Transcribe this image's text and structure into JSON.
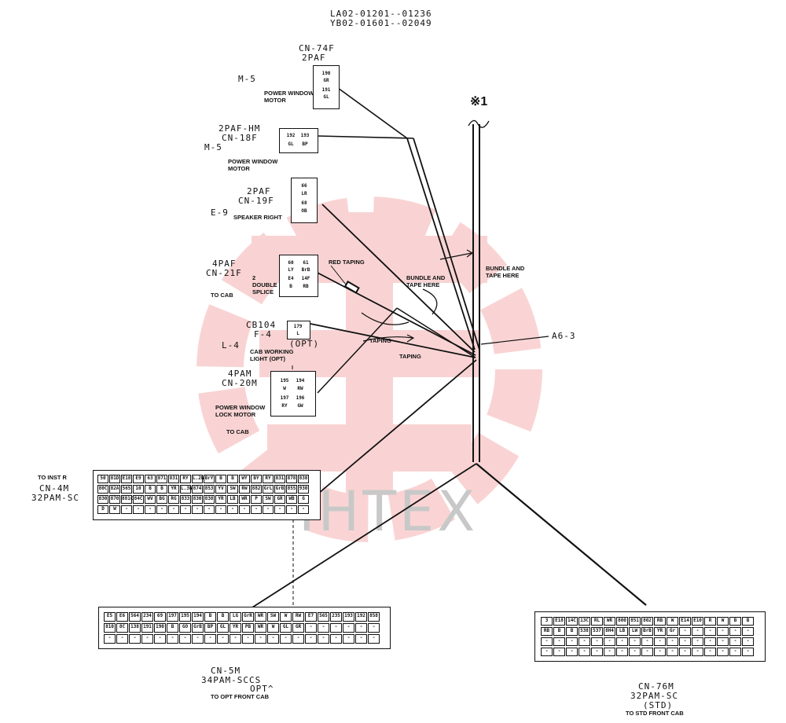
{
  "header": {
    "line1": "LA02-01201--01236",
    "line2": "YB02-01601--02049"
  },
  "mark": "※1",
  "branch": "A6-3",
  "watermark": "IHTEX",
  "notes": {
    "bundle1a": "BUNDLE AND",
    "bundle1b": "TAPE HERE",
    "bundle2a": "BUNDLE AND",
    "bundle2b": "TAPE HERE",
    "red_taping": "RED TAPING",
    "taping1": "TAPING",
    "taping2": "TAPING"
  },
  "connectors": {
    "cn74f": {
      "name": "CN-74F",
      "type": "2PAF",
      "ref": "M-5",
      "desc1": "POWER WINDOW",
      "desc2": "MOTOR",
      "pins": [
        "190",
        "GR",
        "191",
        "GL"
      ]
    },
    "cn18f": {
      "type": "2PAF-HM",
      "name": "CN-18F",
      "ref": "M-5",
      "desc1": "POWER WINDOW",
      "desc2": "MOTOR",
      "pins": [
        "192",
        "193",
        "GL",
        "BP"
      ]
    },
    "cn19f": {
      "type": "2PAF",
      "name": "CN-19F",
      "ref": "E-9",
      "desc1": "SPEAKER RIGHT",
      "pins": [
        "66",
        "LR",
        "68",
        "OB"
      ]
    },
    "cn21f": {
      "type": "4PAF",
      "name": "CN-21F",
      "extra": "TO CAB",
      "splice1": "2",
      "splice2": "DOUBLE",
      "splice3": "SPLICE",
      "pins": [
        "60",
        "61",
        "LY",
        "BrB",
        "E4",
        "14F",
        "B",
        "RB"
      ]
    },
    "cb104": {
      "name": "CB104",
      "sub": "F-4",
      "ref": "L-4",
      "opt": "(OPT)",
      "desc1": "CAB WORKING",
      "desc2": "LIGHT (OPT)",
      "pins": [
        "179",
        "L"
      ]
    },
    "cn20m": {
      "type": "4PAM",
      "name": "CN-20M",
      "desc1": "POWER WINDOW",
      "desc2": "LOCK MOTOR",
      "extra": "TO CAB",
      "pins": [
        "195",
        "194",
        "W",
        "RW",
        "197",
        "196",
        "RY",
        "GW"
      ]
    },
    "cn4m": {
      "to": "TO INST R",
      "name": "CN-4M",
      "type": "32PAM-SC",
      "pins": [
        "50",
        "81D",
        "E18",
        "E9",
        "63",
        "871",
        "831",
        "RY",
        "L.2W",
        "BrY",
        "B",
        "B",
        "WY",
        "BY",
        "RY",
        "831",
        "878",
        "838",
        "80C",
        "82A",
        "565",
        "10",
        "B",
        "B",
        "YR",
        "L.3W",
        "874",
        "853",
        "YV",
        "SW",
        "RW",
        "882",
        "GrL",
        "GrB",
        "855",
        "930",
        "830",
        "870",
        "881C",
        "84C",
        "WV",
        "BG",
        "RG",
        "833",
        "830",
        "838",
        "YR",
        "LB",
        "WR",
        "P",
        "SW",
        "GR",
        "WB",
        "G",
        "D",
        "W"
      ]
    },
    "cn5m": {
      "name": "CN-5M",
      "type": "34PAM-SCCS",
      "opt": "OPT^",
      "to": "TO OPT FRONT CAB",
      "pins": [
        "E5",
        "E6",
        "564",
        "234",
        "69",
        "197",
        "195",
        "194",
        "B",
        "B",
        "LG",
        "GrR",
        "WR",
        "SW",
        "W",
        "RW",
        "E7",
        "565",
        "235",
        "193",
        "192",
        "858",
        "810",
        "8C",
        "138",
        "191",
        "190",
        "B",
        "GO",
        "GrB",
        "BP",
        "GL",
        "YR",
        "PB",
        "WR",
        "W",
        "GL",
        "GR"
      ]
    },
    "cn76m": {
      "name": "CN-76M",
      "type": "32PAM-SC",
      "std": "(STD)",
      "to": "TO STD FRONT CAB",
      "pins": [
        "3",
        "E18",
        "14C",
        "13C",
        "RL",
        "WR",
        "800",
        "851",
        "802",
        "RB",
        "W",
        "E14",
        "E10",
        "R",
        "W",
        "B",
        "B",
        "RB",
        "B",
        "B",
        "538",
        "537",
        "8H4",
        "LB",
        "LW",
        "BrB",
        "YR",
        "Gr"
      ]
    }
  }
}
